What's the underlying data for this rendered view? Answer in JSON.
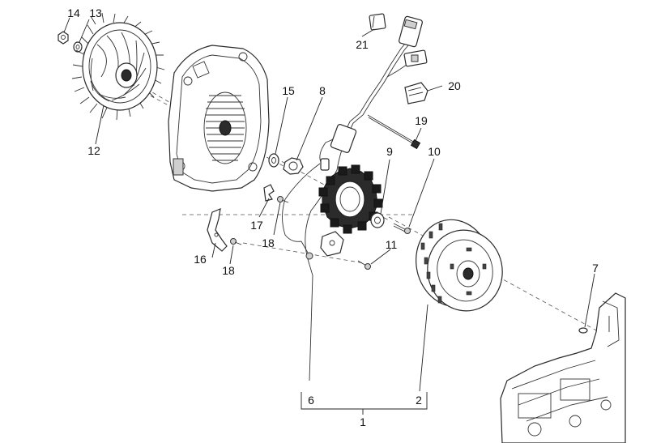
{
  "callouts": {
    "c1": "1",
    "c2": "2",
    "c6": "6",
    "c7": "7",
    "c8": "8",
    "c9": "9",
    "c10": "10",
    "c11": "11",
    "c12": "12",
    "c13": "13",
    "c14": "14",
    "c15": "15",
    "c16": "16",
    "c17": "17",
    "c18a": "18",
    "c18b": "18",
    "c19": "19",
    "c20": "20",
    "c21": "21"
  }
}
